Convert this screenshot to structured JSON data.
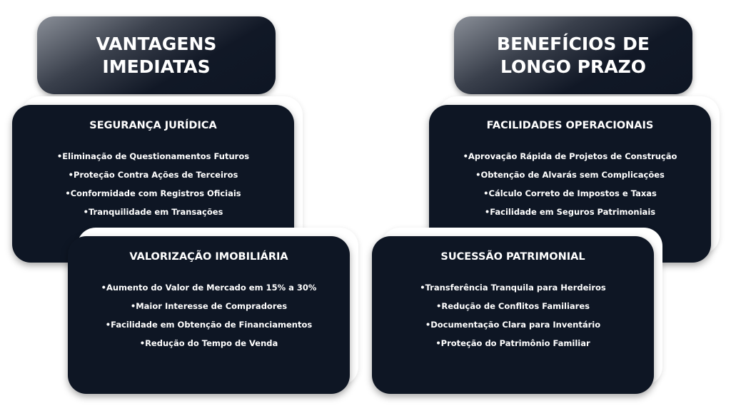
{
  "columns": [
    {
      "header": "VANTAGENS\nIMEDIATAS",
      "cards": [
        {
          "title": "SEGURANÇA JURÍDICA",
          "items": [
            "Eliminação de Questionamentos Futuros",
            "Proteção Contra Ações de Terceiros",
            "Conformidade com Registros Oficiais",
            "Tranquilidade em Transações"
          ]
        },
        {
          "title": "VALORIZAÇÃO IMOBILIÁRIA",
          "items": [
            "Aumento do Valor de Mercado em 15% a 30%",
            "Maior Interesse de Compradores",
            "Facilidade em Obtenção de Financiamentos",
            "Redução do Tempo de Venda"
          ]
        }
      ]
    },
    {
      "header": "BENEFÍCIOS DE\nLONGO PRAZO",
      "cards": [
        {
          "title": "FACILIDADES OPERACIONAIS",
          "items": [
            "Aprovação Rápida de Projetos de Construção",
            "Obtenção de Alvarás sem Complicações",
            "Cálculo Correto de Impostos e Taxas",
            "Facilidade em Seguros Patrimoniais"
          ]
        },
        {
          "title": "SUCESSÃO PATRIMONIAL",
          "items": [
            "Transferência Tranquila para Herdeiros",
            "Redução de Conflitos Familiares",
            "Documentação Clara para Inventário",
            "Proteção do Patrimônio Familiar"
          ]
        }
      ]
    }
  ]
}
